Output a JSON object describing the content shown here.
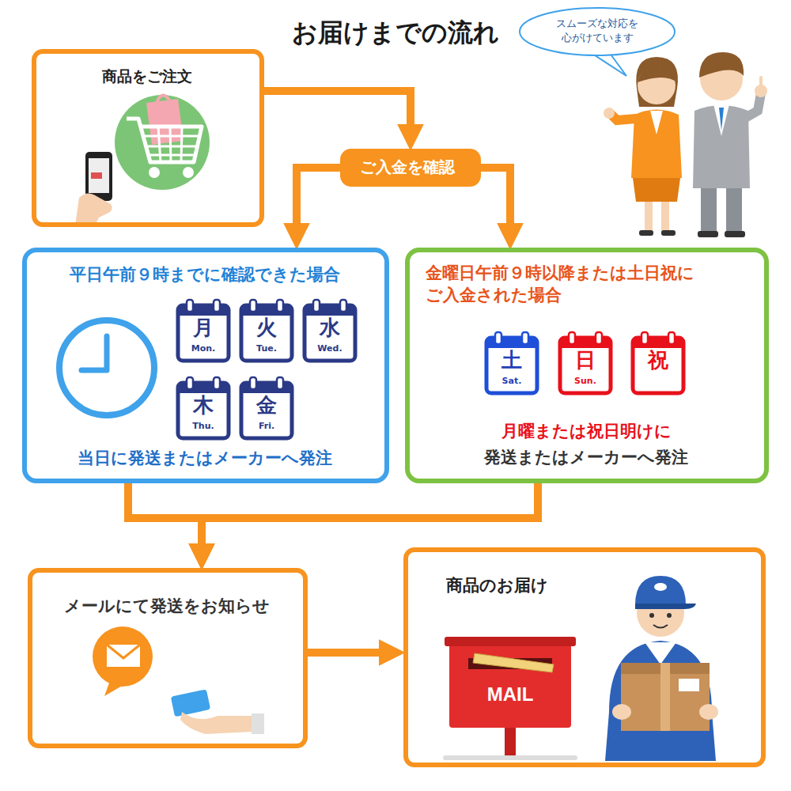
{
  "diagram": {
    "title": "お届けまでの流れ",
    "nodes": [
      {
        "text": [
          "商品をご注文"
        ]
      },
      {
        "text": [
          "スムーズな対応を 心がけています"
        ]
      },
      {
        "text": [
          "ご入金を確認"
        ]
      },
      {
        "text": [
          "平日午前９時までに確認できた場合",
          "当日に発送またはメーカーへ発注"
        ]
      },
      {
        "text": [
          "月",
          "Mon."
        ],
        "in": 3
      },
      {
        "text": [
          "火",
          "Tue."
        ],
        "in": 3
      },
      {
        "text": [
          "水",
          "Wed."
        ],
        "in": 3
      },
      {
        "text": [
          "木",
          "Thu."
        ],
        "in": 3
      },
      {
        "text": [
          "金",
          "Fri."
        ],
        "in": 3
      },
      {
        "text": [
          "金曜日午前９時以降または土日祝に ご入金された場合",
          "月曜または祝日明けに",
          "発送またはメーカーへ発注"
        ]
      },
      {
        "text": [
          "土",
          "Sat."
        ],
        "in": 9
      },
      {
        "text": [
          "日",
          "Sun."
        ],
        "in": 9
      },
      {
        "text": [
          "祝"
        ],
        "in": 9
      },
      {
        "text": [
          "メールにて発送をお知らせ"
        ]
      },
      {
        "text": [
          "商品のお届け"
        ]
      }
    ],
    "edges": [
      {
        "from": 0,
        "to": 2,
        "arrow": "to"
      },
      {
        "from": 2,
        "to": 3,
        "arrow": "to"
      },
      {
        "from": 2,
        "to": 9,
        "arrow": "to"
      },
      {
        "from": 3,
        "to": 13,
        "arrow": "to"
      },
      {
        "from": 9,
        "to": 13,
        "arrow": "to"
      },
      {
        "from": 13,
        "to": 14,
        "arrow": "to"
      }
    ],
    "labels": [
      "MAIL"
    ]
  }
}
